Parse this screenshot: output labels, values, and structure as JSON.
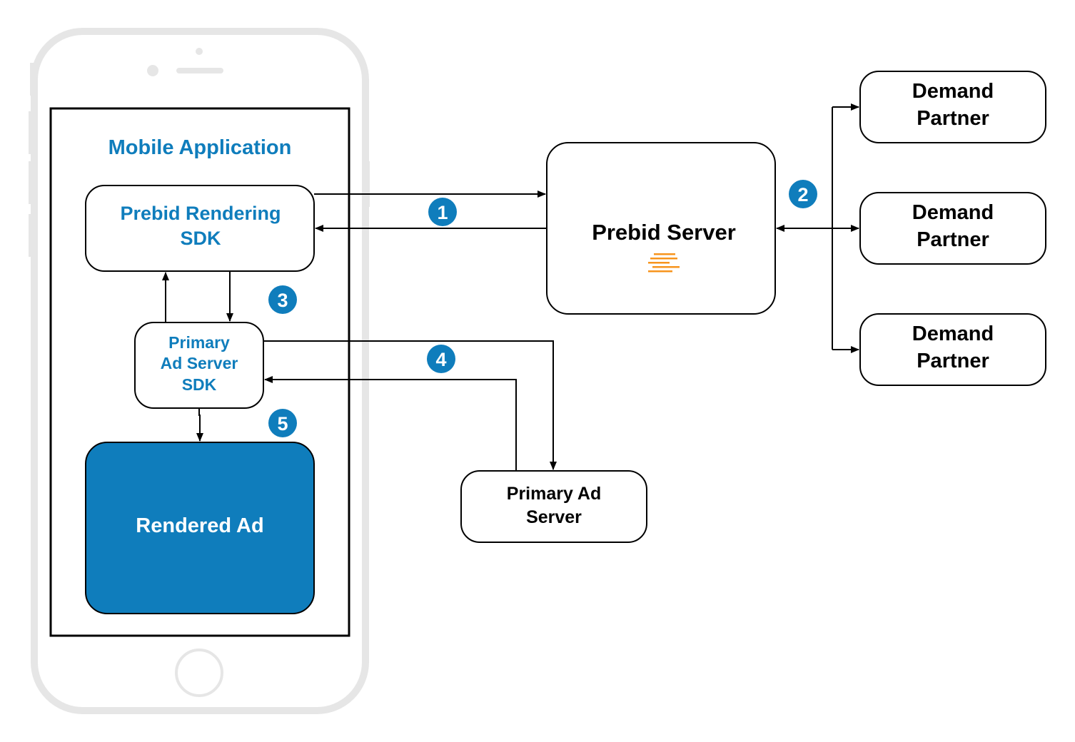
{
  "colors": {
    "accent_blue": "#0f7dbc",
    "ad_fill": "#0f7dbc",
    "phone_frame": "#e6e6e6",
    "line": "#000000",
    "logo_orange": "#f7941d"
  },
  "phone": {
    "app_title": "Mobile Application",
    "home_button_icon": "circle-button-icon"
  },
  "boxes": {
    "rendering_sdk": [
      "Prebid Rendering",
      "SDK"
    ],
    "primary_ad_server_sdk": [
      "Primary",
      "Ad Server",
      "SDK"
    ],
    "rendered_ad": "Rendered Ad",
    "prebid_server": "Prebid Server",
    "primary_ad_server": [
      "Primary Ad",
      "Server"
    ],
    "demand_partner": [
      "Demand",
      "Partner"
    ]
  },
  "steps": [
    "1",
    "2",
    "3",
    "4",
    "5"
  ],
  "icons": {
    "prebid_logo": "prebid-logo-icon"
  }
}
